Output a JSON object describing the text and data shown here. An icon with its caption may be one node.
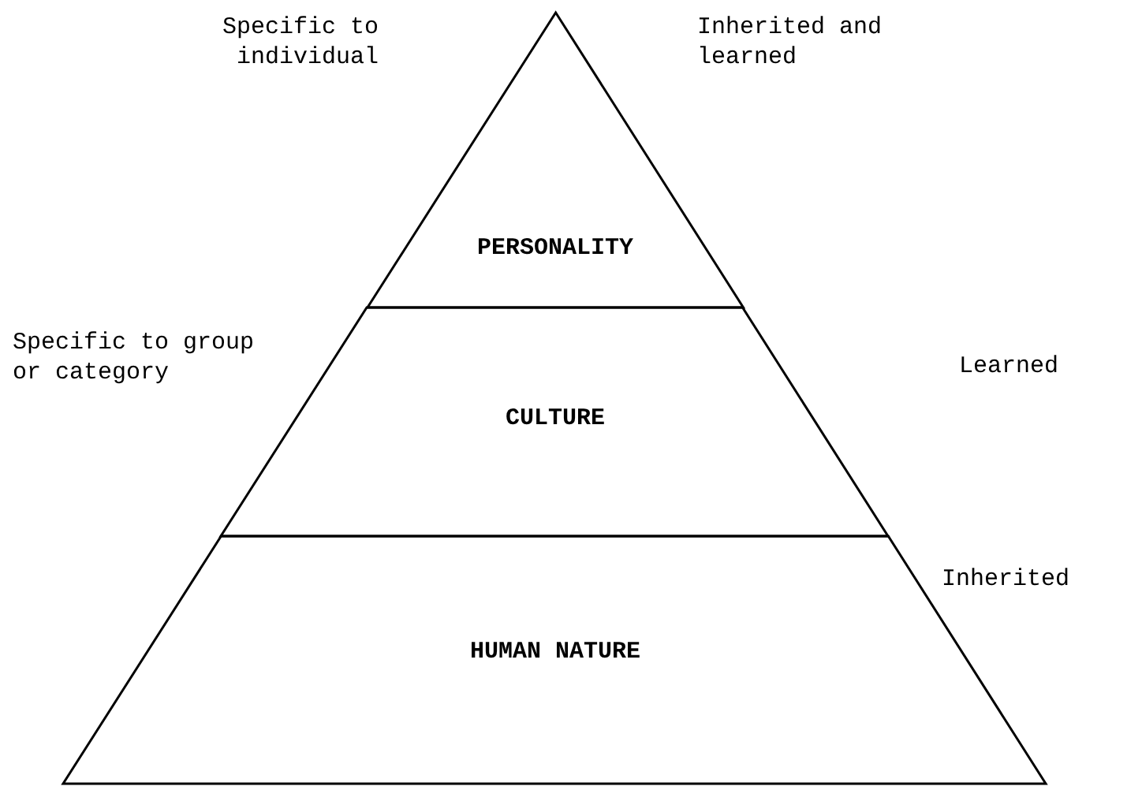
{
  "diagram": {
    "nodes": [
      {
        "text": [
          "PERSONALITY"
        ],
        "beside": [
          "Specific to individual",
          "Inherited and learned"
        ]
      },
      {
        "text": [
          "CULTURE"
        ],
        "beside": [
          "Specific to group or category",
          "Learned"
        ]
      },
      {
        "text": [
          "HUMAN NATURE"
        ],
        "beside": [
          "Inherited"
        ]
      }
    ]
  }
}
